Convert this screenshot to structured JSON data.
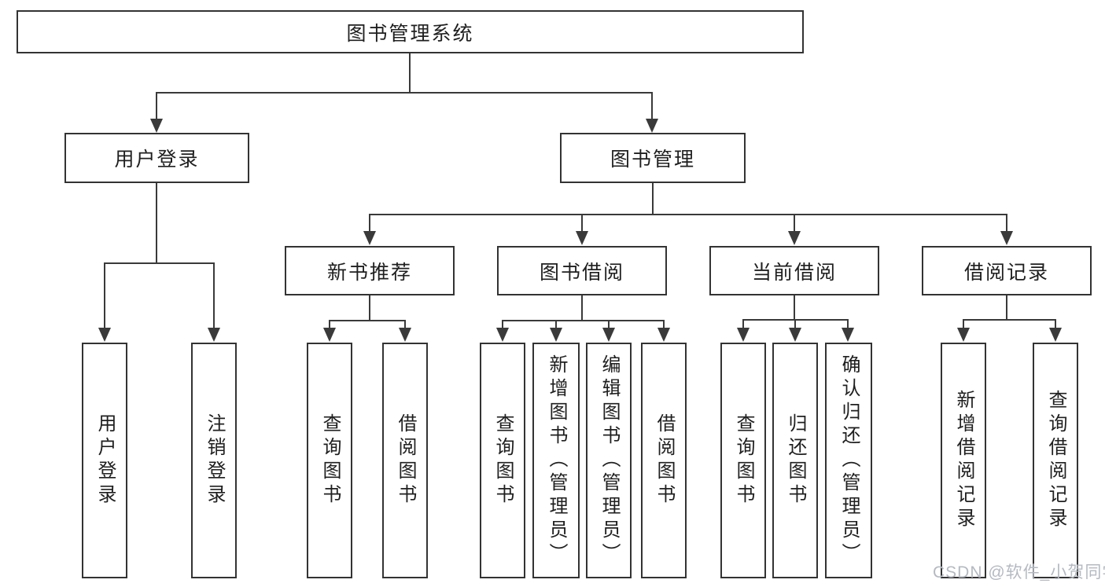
{
  "diagram": {
    "root": {
      "label": "图书管理系统"
    },
    "level2": {
      "user_login": {
        "label": "用户登录"
      },
      "book_management": {
        "label": "图书管理"
      }
    },
    "level3": {
      "new_book_recommend": {
        "label": "新书推荐"
      },
      "book_borrow": {
        "label": "图书借阅"
      },
      "current_borrow": {
        "label": "当前借阅"
      },
      "borrow_record": {
        "label": "借阅记录"
      }
    },
    "leaves": [
      {
        "label": "用户登录"
      },
      {
        "label": "注销登录"
      },
      {
        "label": "查询图书"
      },
      {
        "label": "借阅图书"
      },
      {
        "label": "查询图书"
      },
      {
        "label": "新增图书（管理员）"
      },
      {
        "label": "编辑图书（管理员）"
      },
      {
        "label": "借阅图书"
      },
      {
        "label": "查询图书"
      },
      {
        "label": "归还图书"
      },
      {
        "label": "确认归还（管理员）"
      },
      {
        "label": "新增借阅记录"
      },
      {
        "label": "查询借阅记录"
      }
    ]
  },
  "watermark": {
    "text": "CSDN @软件_小贺同学"
  },
  "colors": {
    "line": "#3a3a3a",
    "border": "#333333",
    "text": "#1f1f1f",
    "background": "#ffffff",
    "watermark": "#b4bac2"
  }
}
